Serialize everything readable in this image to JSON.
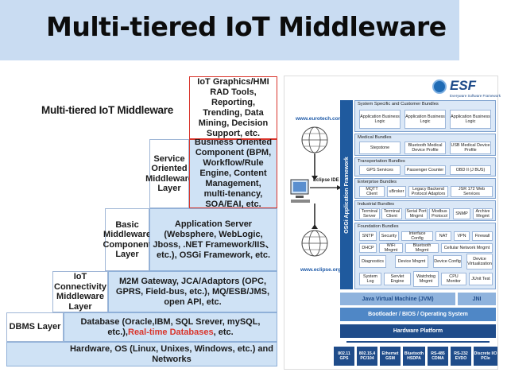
{
  "title": "Multi-tiered IoT Middleware",
  "pyramid": {
    "heading": "Multi-tiered IoT Middleware",
    "tiers": [
      {
        "label": "",
        "body": "Hardware, OS (Linux, Unixes, Windows, etc.) and Networks"
      },
      {
        "label": "DBMS Layer",
        "body": "Database (Oracle,IBM, SQL Srever, mySQL, etc.),",
        "body_highlight": "Real-time Databases",
        "body_end": ", etc."
      },
      {
        "label": "IoT Connectivity Middleware Layer",
        "body": "M2M Gateway, JCA/Adaptors (OPC, GPRS, Field-bus, etc.), MQ/ESB/JMS, open API, etc."
      },
      {
        "label": "Basic Middleware Component Layer",
        "body": "Application Server (Websphere, WebLogic, Jboss, .NET Framework/IIS、etc.),  OSGi Framework,  etc."
      },
      {
        "label": "Service Oriented Middleware Layer",
        "body": "Business Oriented Component (BPM, Workflow/Rule Engine, Content Management,  multi-tenancy, SOA/EAI, etc."
      },
      {
        "label": "",
        "body": "IoT Graphics/HMI RAD Tools, Reporting, Trending, Data Mining, Decision Support, etc."
      }
    ]
  },
  "esf": {
    "logo": "ESF",
    "logo_sub": "Everyware Software Framework",
    "url_top": "www.eurotech.com",
    "url_bottom": "www.eclipse.org",
    "ide_label": "Eclipse IDE",
    "side_label": "OSGi Application Framework",
    "groups": [
      {
        "title": "System Specific and Customer Bundles",
        "cells": [
          "Application Business Logic",
          "Application Business Logic",
          "Application Business Logic"
        ]
      },
      {
        "title": "Medical Bundles",
        "cells": [
          "Stepstone",
          "Bluetooth Medical Device Profile",
          "USB Medical Device Profile"
        ]
      },
      {
        "title": "Transportation Bundles",
        "cells": [
          "GPS Services",
          "Passenger Counter",
          "OBD II (J BUS)"
        ]
      },
      {
        "title": "Enterprise Bundles",
        "cells": [
          "MQTT Client",
          "uBroker",
          "Legacy Backend Protocol Adaptors",
          "JSR 172 Web Services"
        ]
      },
      {
        "title": "Industrial Bundles",
        "cells": [
          "Terminal Server",
          "Terminal Client",
          "Serial Port Mngmt",
          "Modbus Protocol",
          "SNMP",
          "Archive Mngmt"
        ]
      },
      {
        "title": "Foundation Bundles",
        "rows": [
          [
            "SNTP",
            "Security",
            "Interface Config",
            "NAT",
            "VPN",
            "Firewall"
          ],
          [
            "DHCP",
            "WiFi Mngmt",
            "Bluetooth Mngmt",
            "Cellular Network Mngmt"
          ],
          [
            "Diagnostics",
            "Device Mngmt",
            "Device Config",
            "Device Virtualization"
          ],
          [
            "System Log",
            "Servlet Engine",
            "Watchdog Mngmt",
            "CPU Monitor",
            "JUnit Test"
          ]
        ]
      }
    ],
    "jvm": "Java Virtual Machine (JVM)",
    "jni": "JNI",
    "bootloader": "Bootloader / BIOS / Operating System",
    "hardware": "Hardware Platform",
    "protocols": [
      [
        "802.11",
        "GPS"
      ],
      [
        "802.15.4",
        "PC/104"
      ],
      [
        "Ethernet",
        "GSM"
      ],
      [
        "Bluetooth",
        "HSDPA"
      ],
      [
        "RS-485",
        "CDMA"
      ],
      [
        "RS-232",
        "EVDO"
      ],
      [
        "Discrete I/O",
        "PCIe"
      ]
    ]
  }
}
